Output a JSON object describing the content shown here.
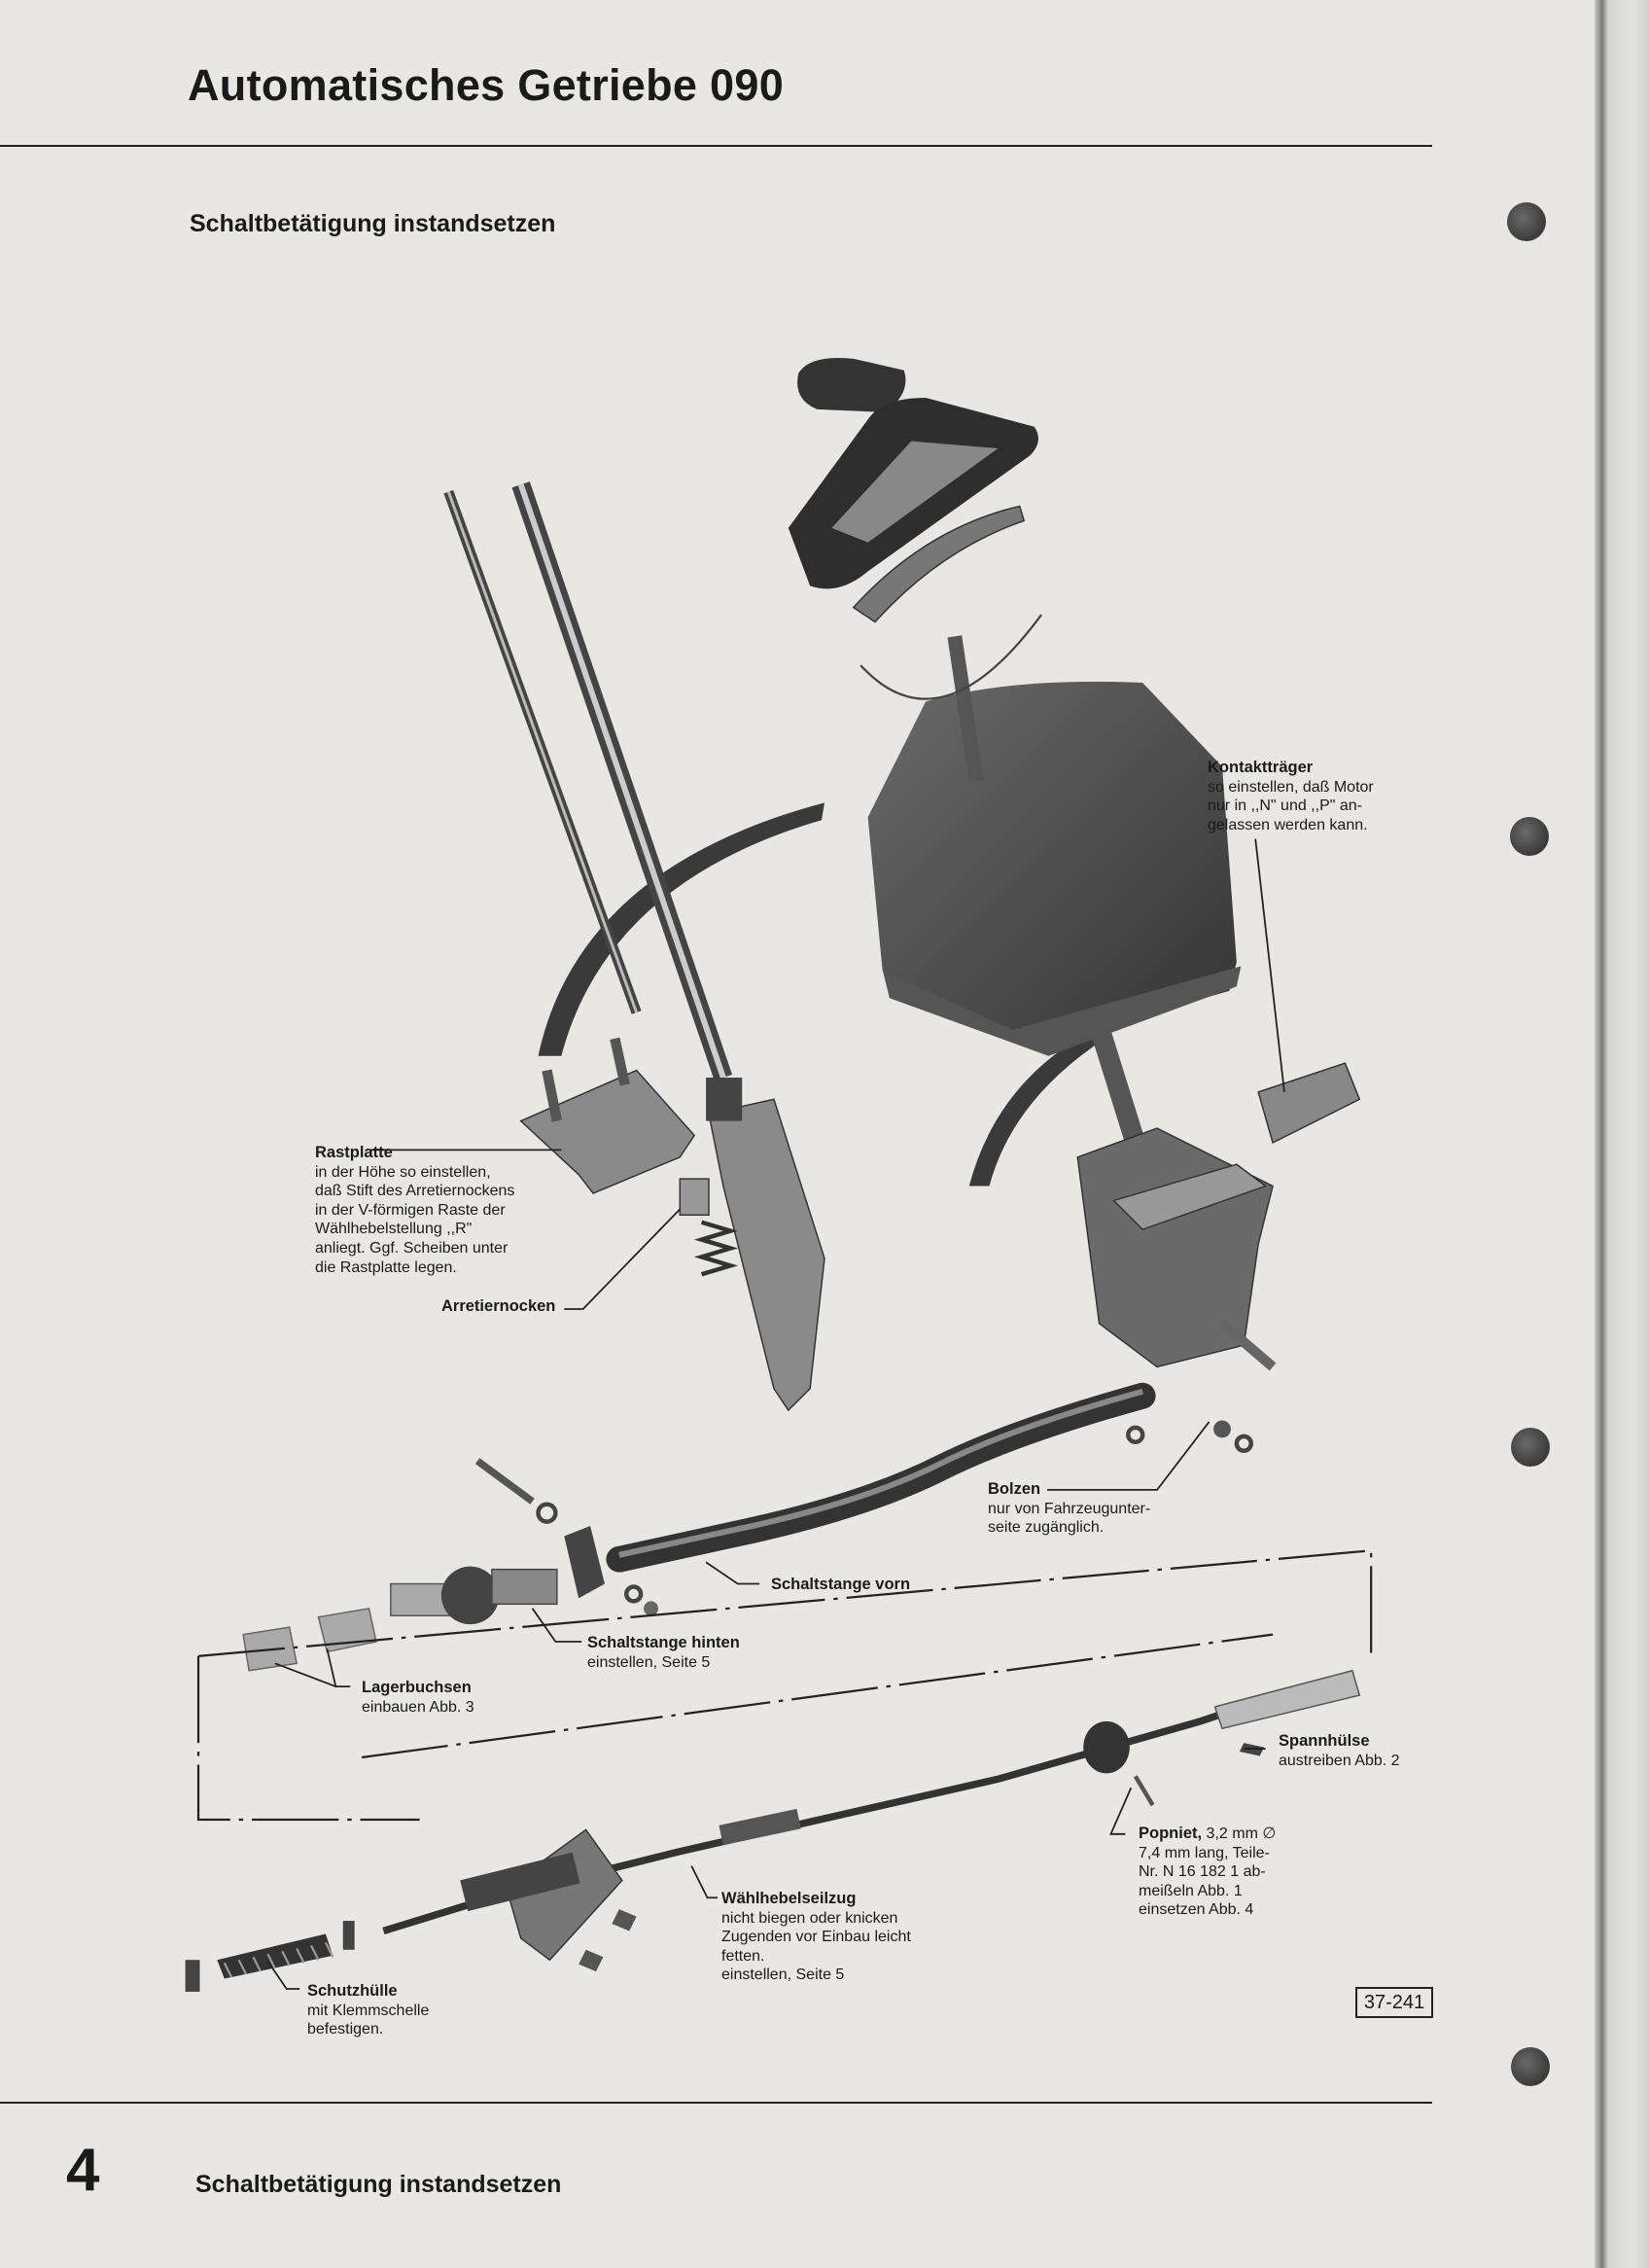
{
  "header": {
    "title": "Automatisches Getriebe 090",
    "subtitle": "Schaltbetätigung instandsetzen"
  },
  "callouts": {
    "kontakttraeger": {
      "title": "Kontaktträger",
      "lines": [
        "so einstellen, daß Motor",
        "nur in ,,N\" und ,,P\" an-",
        "gelassen werden kann."
      ]
    },
    "rastplatte": {
      "title": "Rastplatte",
      "lines": [
        "in der Höhe so einstellen,",
        "daß Stift des Arretiernockens",
        "in der V-förmigen Raste der",
        "Wählhebelstellung ,,R\"",
        "anliegt. Ggf. Scheiben unter",
        "die Rastplatte legen."
      ]
    },
    "arretiernocken": {
      "title": "Arretiernocken"
    },
    "bolzen": {
      "title": "Bolzen",
      "lines": [
        "nur von Fahrzeugunter-",
        "seite zugänglich."
      ]
    },
    "schaltstange_vorn": {
      "title": "Schaltstange vorn"
    },
    "schaltstange_hinten": {
      "title": "Schaltstange hinten",
      "lines": [
        "einstellen, Seite 5"
      ]
    },
    "lagerbuchsen": {
      "title": "Lagerbuchsen",
      "lines": [
        "einbauen Abb. 3"
      ]
    },
    "spannhuelse": {
      "title": "Spannhülse",
      "lines": [
        "austreiben Abb. 2"
      ]
    },
    "popniet": {
      "title": "Popniet,",
      "title_suffix": "3,2 mm ∅",
      "lines": [
        "7,4 mm lang, Teile-",
        "Nr. N 16 182 1 ab-",
        "meißeln Abb. 1",
        "einsetzen Abb. 4"
      ]
    },
    "waehlhebelseilzug": {
      "title": "Wählhebelseilzug",
      "lines": [
        "nicht biegen oder knicken",
        "Zugenden vor Einbau leicht",
        "fetten.",
        "einstellen, Seite 5"
      ]
    },
    "schutzhuelle": {
      "title": "Schutzhülle",
      "lines": [
        "mit Klemmschelle",
        "befestigen."
      ]
    }
  },
  "figure_ref": "37-241",
  "footer": {
    "page_number": "4",
    "text": "Schaltbetätigung instandsetzen"
  }
}
